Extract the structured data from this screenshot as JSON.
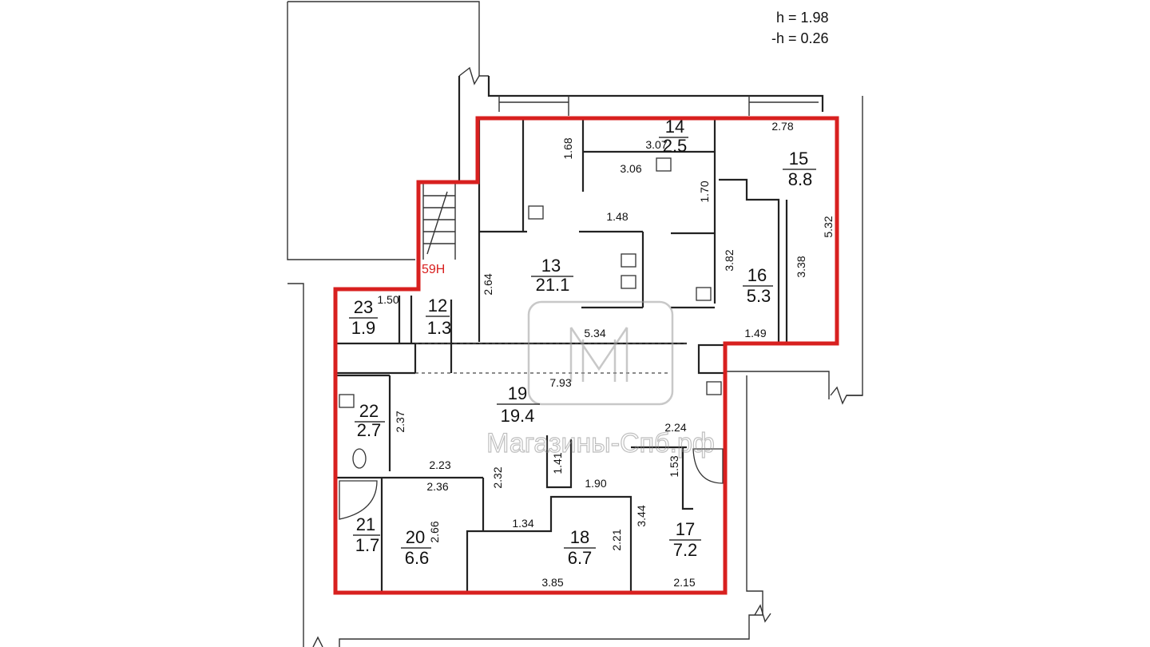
{
  "heights": {
    "h": "h = 1.98",
    "neg_h": "-h = 0.26"
  },
  "marker": "59H",
  "watermark": "Магазины-Спб.рф",
  "colors": {
    "outline": "#d8201f",
    "walls": "#222222",
    "watermark": "#9a9a9a"
  },
  "rooms": [
    {
      "number": "12",
      "area": "1.3"
    },
    {
      "number": "13",
      "area": "21.1"
    },
    {
      "number": "14",
      "area": "2.5"
    },
    {
      "number": "15",
      "area": "8.8"
    },
    {
      "number": "16",
      "area": "5.3"
    },
    {
      "number": "17",
      "area": "7.2"
    },
    {
      "number": "18",
      "area": "6.7"
    },
    {
      "number": "19",
      "area": "19.4"
    },
    {
      "number": "20",
      "area": "6.6"
    },
    {
      "number": "21",
      "area": "1.7"
    },
    {
      "number": "22",
      "area": "2.7"
    },
    {
      "number": "23",
      "area": "1.9"
    }
  ],
  "dimensions": [
    "1.68",
    "3.07",
    "2.78",
    "3.06",
    "1.70",
    "5.32",
    "1.48",
    "3.82",
    "3.38",
    "2.64",
    "1.50",
    "5.34",
    "1.49",
    "7.93",
    "2.37",
    "2.24",
    "2.23",
    "2.32",
    "1.41",
    "1.53",
    "2.36",
    "1.90",
    "1.34",
    "2.66",
    "3.44",
    "2.21",
    "3.85",
    "2.15"
  ]
}
